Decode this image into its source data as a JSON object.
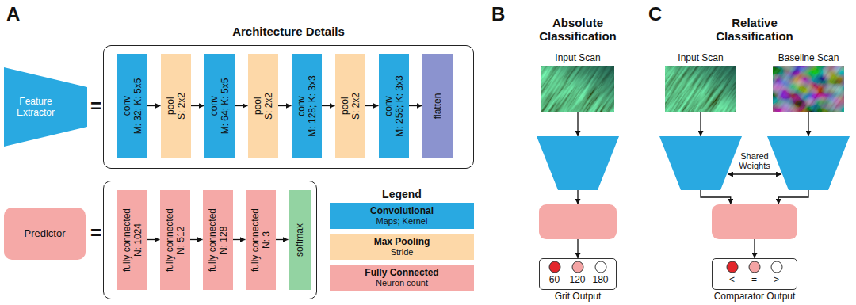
{
  "diagram": {
    "nodes": [
      {
        "text": [
          "Feature Extractor"
        ]
      },
      {
        "text": [
          "Architecture Details"
        ]
      },
      {
        "text": [
          "conv",
          "M: 32; K: 5x5"
        ],
        "in": 1
      },
      {
        "text": [
          "pool",
          "S: 2x2"
        ],
        "in": 1
      },
      {
        "text": [
          "conv",
          "M: 64; K: 5x5"
        ],
        "in": 1
      },
      {
        "text": [
          "pool",
          "S: 2x2"
        ],
        "in": 1
      },
      {
        "text": [
          "conv",
          "M: 128; K: 3x3"
        ],
        "in": 1
      },
      {
        "text": [
          "pool",
          "S: 2x2"
        ],
        "in": 1
      },
      {
        "text": [
          "conv",
          "M: 256; K: 3x3"
        ],
        "in": 1
      },
      {
        "text": [
          "flatten"
        ],
        "in": 1
      },
      {
        "text": [
          "Predictor"
        ]
      },
      {
        "text": []
      },
      {
        "text": [
          "fully connected",
          "N: 1024"
        ],
        "in": 11
      },
      {
        "text": [
          "fully connected",
          "N: 512"
        ],
        "in": 11
      },
      {
        "text": [
          "fully connected",
          "N: 128"
        ],
        "in": 11
      },
      {
        "text": [
          "fully connected",
          "N: 3"
        ],
        "in": 11
      },
      {
        "text": [
          "softmax"
        ],
        "in": 11
      },
      {
        "text": [
          "Input Scan"
        ]
      },
      {
        "text": []
      },
      {
        "text": []
      },
      {
        "text": [
          "60",
          "120",
          "180",
          "Grit Output"
        ]
      },
      {
        "text": [
          "Input Scan"
        ]
      },
      {
        "text": [
          "Baseline Scan"
        ]
      },
      {
        "text": []
      },
      {
        "text": []
      },
      {
        "text": []
      },
      {
        "text": [
          "<",
          "=",
          ">",
          "Comparator Output"
        ]
      }
    ],
    "edges": [
      {
        "from": 2,
        "to": 3,
        "arrow": "to"
      },
      {
        "from": 3,
        "to": 4,
        "arrow": "to"
      },
      {
        "from": 4,
        "to": 5,
        "arrow": "to"
      },
      {
        "from": 5,
        "to": 6,
        "arrow": "to"
      },
      {
        "from": 6,
        "to": 7,
        "arrow": "to"
      },
      {
        "from": 7,
        "to": 8,
        "arrow": "to"
      },
      {
        "from": 8,
        "to": 9,
        "arrow": "to"
      },
      {
        "from": 12,
        "to": 13,
        "arrow": "to"
      },
      {
        "from": 13,
        "to": 14,
        "arrow": "to"
      },
      {
        "from": 14,
        "to": 15,
        "arrow": "to"
      },
      {
        "from": 15,
        "to": 16,
        "arrow": "to"
      },
      {
        "from": 17,
        "to": 18,
        "arrow": "to"
      },
      {
        "from": 18,
        "to": 19,
        "arrow": "to"
      },
      {
        "from": 19,
        "to": 20,
        "arrow": "to"
      },
      {
        "from": 21,
        "to": 23,
        "arrow": "to"
      },
      {
        "from": 22,
        "to": 24,
        "arrow": "to"
      },
      {
        "from": 23,
        "to": 24,
        "label": "Shared Weights",
        "arrow": "both"
      },
      {
        "from": 23,
        "to": 25,
        "arrow": "to"
      },
      {
        "from": 24,
        "to": 25,
        "arrow": "to"
      },
      {
        "from": 25,
        "to": 26,
        "arrow": "to"
      }
    ],
    "labels": [
      "A",
      "=",
      "=",
      "Legend",
      "Maps; Kernel",
      "Stride",
      "Neuron count",
      "B",
      "Absolute Classification",
      "C",
      "Relative Classification"
    ],
    "legend": [
      {
        "text": "Convolutional",
        "color": "#29a9e1"
      },
      {
        "text": "Max Pooling",
        "color": "#fdd8a8"
      },
      {
        "text": "Fully Connected",
        "color": "#f5a9a7"
      }
    ]
  }
}
